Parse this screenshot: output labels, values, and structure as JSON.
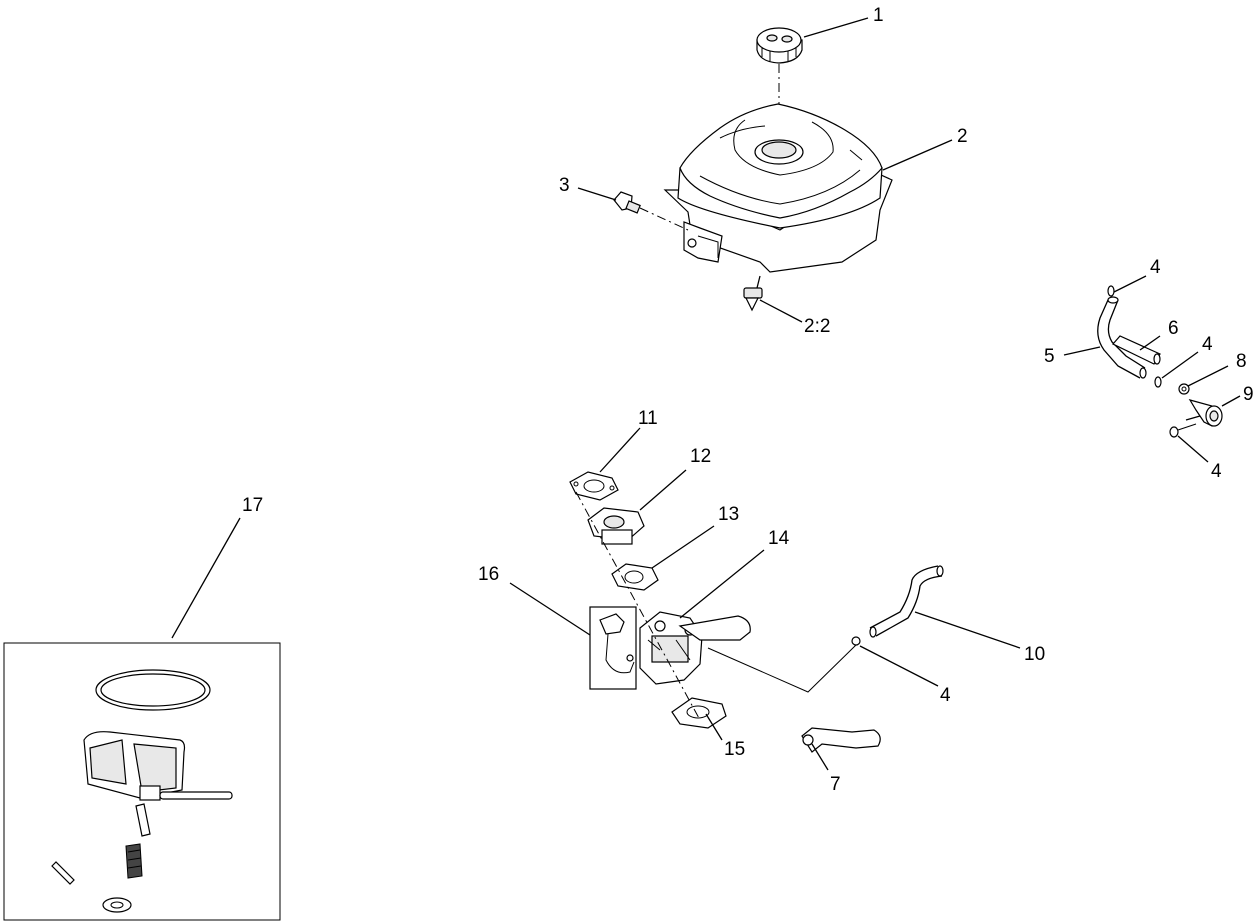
{
  "callouts": {
    "c1": "1",
    "c2": "2",
    "c3": "3",
    "c2_2": "2:2",
    "c4a": "4",
    "c5": "5",
    "c6": "6",
    "c4b": "4",
    "c8": "8",
    "c9": "9",
    "c4c": "4",
    "c11": "11",
    "c12": "12",
    "c13": "13",
    "c14": "14",
    "c16": "16",
    "c10": "10",
    "c4d": "4",
    "c15": "15",
    "c7": "7",
    "c17": "17"
  }
}
